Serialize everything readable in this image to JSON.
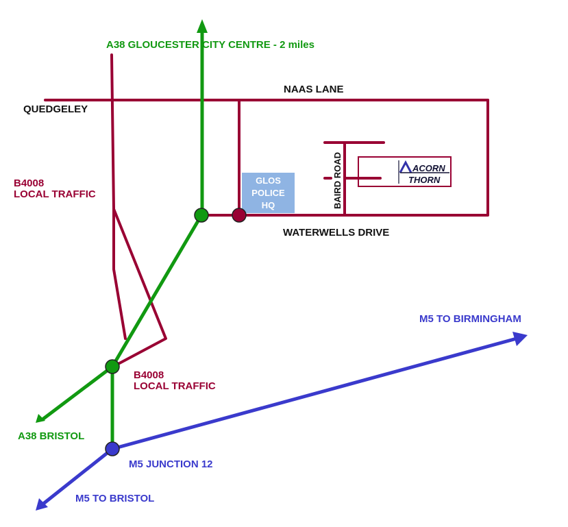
{
  "colors": {
    "a38": "#119911",
    "b4008": "#990033",
    "m5": "#3a3acc",
    "black": "#111111",
    "police_box": "#8fb4e3",
    "police_text": "#ffffff",
    "logo_dark": "#111133",
    "logo_blue": "#3333aa"
  },
  "labels": {
    "a38_north": "A38 GLOUCESTER CITY CENTRE - 2 miles",
    "naas_lane": "NAAS LANE",
    "quedgeley": "QUEDGELEY",
    "b4008_upper_line1": "B4008",
    "b4008_upper_line2": "LOCAL TRAFFIC",
    "police_line1": "GLOS",
    "police_line2": "POLICE",
    "police_line3": "HQ",
    "baird_road": "BAIRD ROAD",
    "waterwells_drive": "WATERWELLS DRIVE",
    "b4008_lower_line1": "B4008",
    "b4008_lower_line2": "LOCAL TRAFFIC",
    "a38_bristol": "A38 BRISTOL",
    "m5_birmingham": "M5 TO BIRMINGHAM",
    "m5_junction": "M5 JUNCTION 12",
    "m5_bristol": "M5 TO BRISTOL"
  },
  "logo": {
    "line1": "ACORN",
    "line2": "THORN"
  }
}
